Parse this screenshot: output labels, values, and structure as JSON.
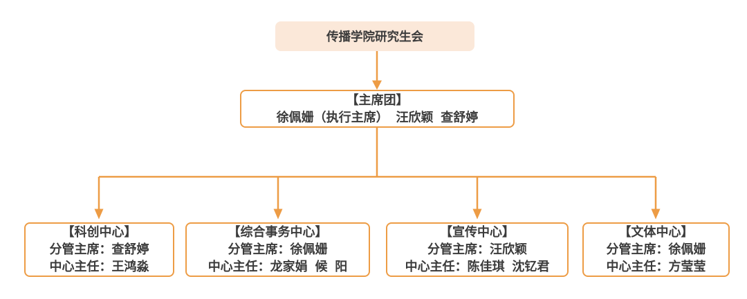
{
  "colors": {
    "accent": "#ED9C45",
    "fill": "#FBE8D9",
    "ink": "#3B3B3B"
  },
  "root": {
    "title": "传播学院研究生会"
  },
  "presidium": {
    "title": "【主席团】",
    "members": "徐佩姗（执行主席） 汪欣颖 查舒婷"
  },
  "centers": [
    {
      "title": "【科创中心】",
      "supervisor": "分管主席：查舒婷",
      "director": "中心主任：王鸿淼"
    },
    {
      "title": "【综合事务中心】",
      "supervisor": "分管主席：徐佩姗",
      "director": "中心主任：龙家娟 候 阳"
    },
    {
      "title": "【宣传中心】",
      "supervisor": "分管主席：汪欣颖",
      "director": "中心主任：陈佳琪 沈钇君"
    },
    {
      "title": "【文体中心】",
      "supervisor": "分管主席：徐佩姗",
      "director": "中心主任：方莹莹"
    }
  ]
}
